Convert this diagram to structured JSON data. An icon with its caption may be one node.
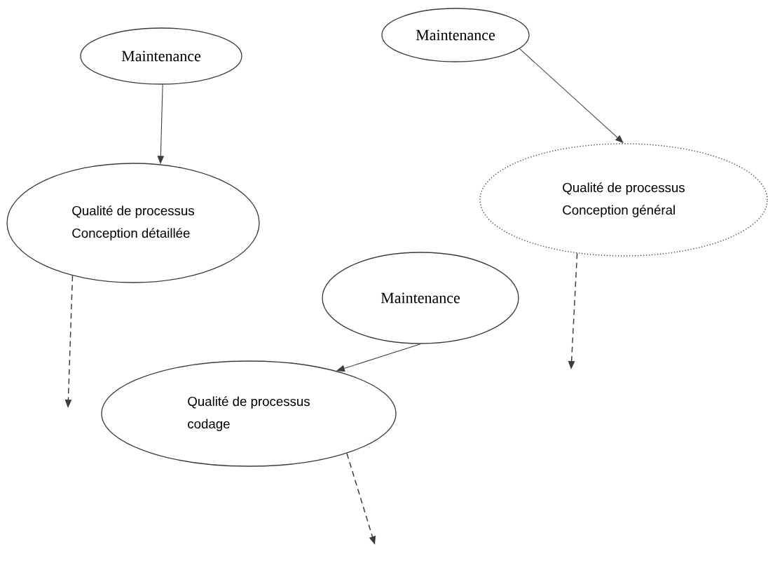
{
  "diagram": {
    "nodes": [
      {
        "text": [
          "Maintenance"
        ]
      },
      {
        "text": [
          "Qualité de processus",
          "Conception détaillée"
        ]
      },
      {
        "text": [
          "Maintenance"
        ]
      },
      {
        "text": [
          "Qualité de processus",
          "Conception général"
        ]
      },
      {
        "text": [
          "Maintenance"
        ]
      },
      {
        "text": [
          "Qualité de processus",
          "codage"
        ]
      }
    ],
    "edges": [
      {
        "from": 0,
        "to": 1,
        "arrow": "to"
      },
      {
        "from": 2,
        "to": 3,
        "arrow": "to"
      },
      {
        "from": 4,
        "to": 5,
        "arrow": "to"
      },
      {
        "from": 1,
        "to": null,
        "arrow": "to",
        "style": "dashed"
      },
      {
        "from": 3,
        "to": null,
        "arrow": "to",
        "style": "dashed"
      },
      {
        "from": 5,
        "to": null,
        "arrow": "to",
        "style": "dashed"
      }
    ]
  }
}
